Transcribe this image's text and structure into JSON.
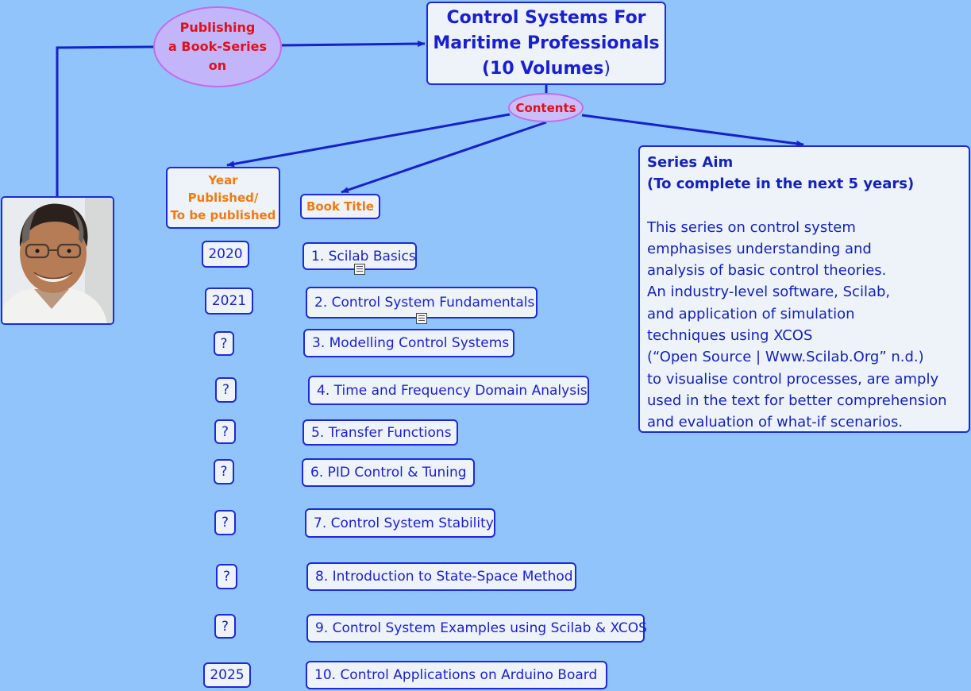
{
  "publishing": {
    "lines": [
      "Publishing",
      "a Book-Series",
      "on"
    ]
  },
  "series_title": {
    "line1": "Control Systems For",
    "line2": "Maritime Professionals",
    "line3": "(10 Volumes",
    "line3_close": ")"
  },
  "contents_label": "Contents",
  "aim": {
    "heading1": "Series Aim",
    "heading2": "(To complete in the next 5 years)",
    "lines": [
      "This series on control system",
      "emphasises understanding and",
      "analysis of basic control theories.",
      "An industry-level software, Scilab,",
      "and application of simulation",
      "techniques using XCOS",
      "(“Open Source | Www.Scilab.Org” n.d.)",
      "to visualise control processes, are amply",
      "used in the text for better comprehension",
      "and evaluation of what-if scenarios."
    ]
  },
  "headers": {
    "year": [
      "Year",
      "Published/",
      "To be published"
    ],
    "title": "Book Title"
  },
  "years": [
    "2020",
    "2021",
    "?",
    "?",
    "?",
    "?",
    "?",
    "?",
    "?",
    "2025"
  ],
  "books": [
    "1. Scilab Basics",
    "2. Control System Fundamentals",
    "3. Modelling Control Systems",
    "4. Time and Frequency Domain Analysis",
    "5. Transfer Functions",
    "6. PID Control & Tuning",
    "7. Control System Stability",
    "8. Introduction to State-Space Method",
    "9. Control System Examples using Scilab & XCOS",
    "10. Control Applications on Arduino Board"
  ],
  "icons": {
    "note": "note-icon",
    "author": "author-photo"
  },
  "colors": {
    "background": "#91c4fb",
    "node_border": "#1c2ad8",
    "node_text": "#1a1fd0",
    "header_text": "#ef7a12",
    "ellipse_text": "#e0101c"
  }
}
